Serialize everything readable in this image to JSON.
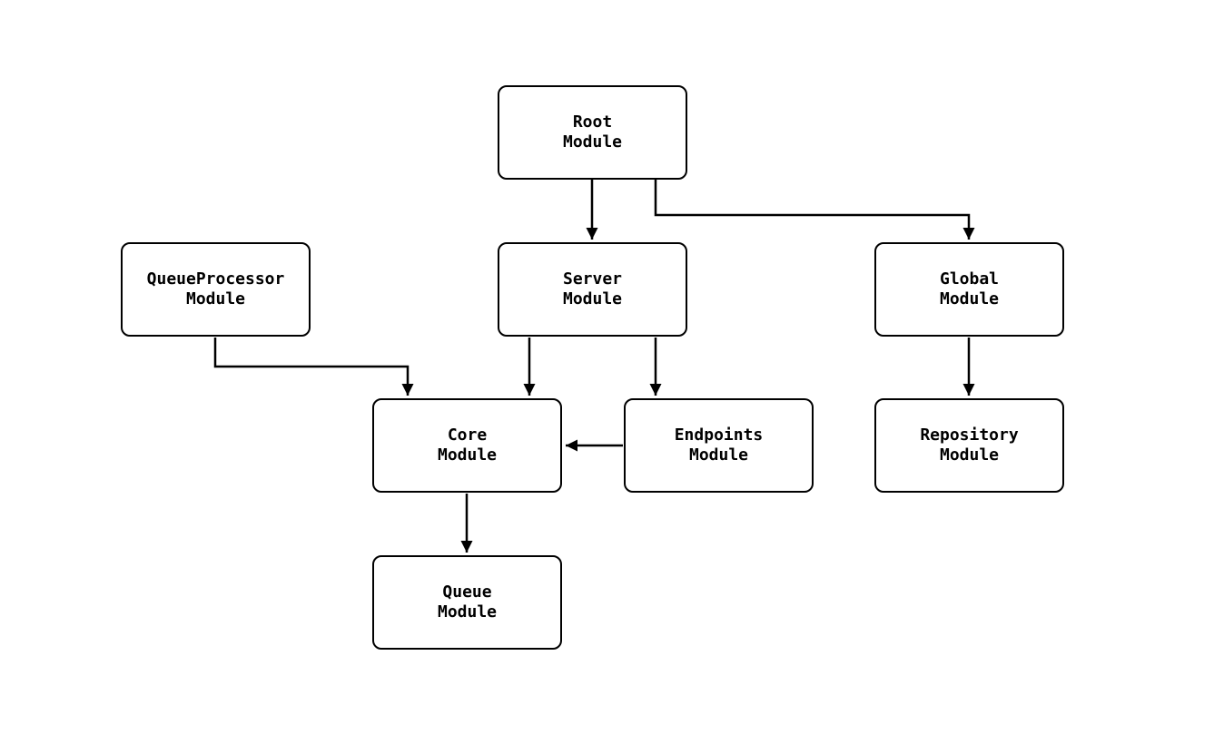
{
  "diagram": {
    "background_color": "#ffffff",
    "node_fill_color": "#ffffff",
    "node_border_color": "#000000",
    "edge_color": "#000000",
    "nodes": [
      {
        "id": "root",
        "line1": "Root",
        "line2": "Module"
      },
      {
        "id": "server",
        "line1": "Server",
        "line2": "Module"
      },
      {
        "id": "global",
        "line1": "Global",
        "line2": "Module"
      },
      {
        "id": "queueprocessor",
        "line1": "QueueProcessor",
        "line2": "Module"
      },
      {
        "id": "core",
        "line1": "Core",
        "line2": "Module"
      },
      {
        "id": "endpoints",
        "line1": "Endpoints",
        "line2": "Module"
      },
      {
        "id": "repository",
        "line1": "Repository",
        "line2": "Module"
      },
      {
        "id": "queue",
        "line1": "Queue",
        "line2": "Module"
      }
    ],
    "edges": [
      {
        "from": "root",
        "to": "server"
      },
      {
        "from": "root",
        "to": "global"
      },
      {
        "from": "queueprocessor",
        "to": "core"
      },
      {
        "from": "server",
        "to": "core"
      },
      {
        "from": "server",
        "to": "endpoints"
      },
      {
        "from": "endpoints",
        "to": "core"
      },
      {
        "from": "global",
        "to": "repository"
      },
      {
        "from": "core",
        "to": "queue"
      }
    ]
  }
}
